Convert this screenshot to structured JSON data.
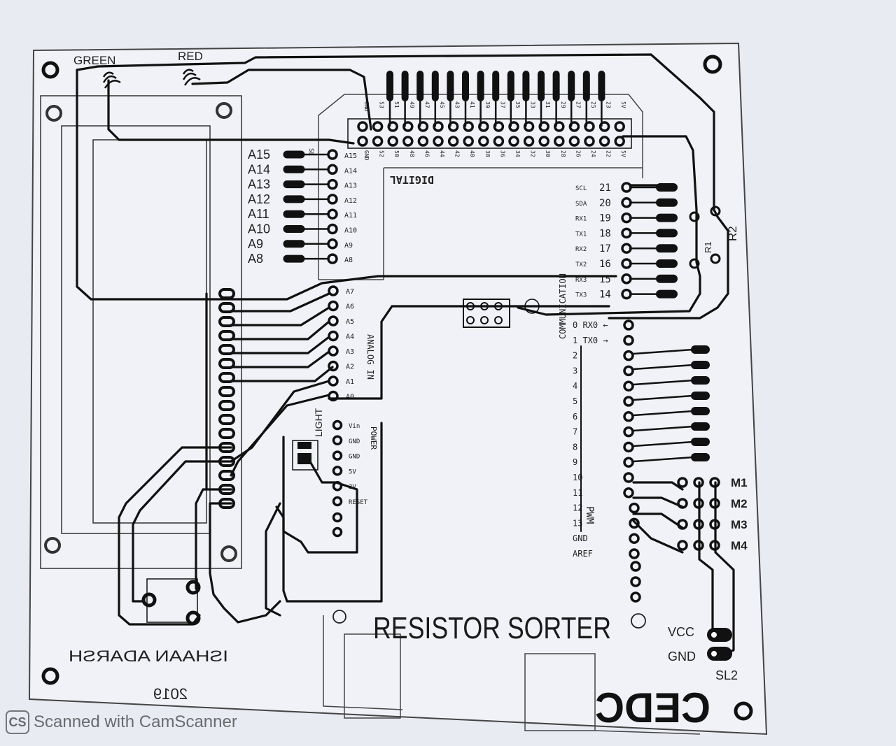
{
  "board": {
    "title": "RESISTOR SORTER",
    "author": "ISHAAN ADARSH",
    "year": "2019",
    "logo": "CEDC"
  },
  "leds": {
    "green": "GREEN",
    "red": "RED"
  },
  "resistors": {
    "r1": "R1",
    "r2": "R2"
  },
  "analog_labels": [
    "A15",
    "A14",
    "A13",
    "A12",
    "A11",
    "A10",
    "A9",
    "A8"
  ],
  "arduino": {
    "digital_label": "DIGITAL",
    "communication_label": "COMMUNICATION",
    "pwm_label": "PWM",
    "power_label": "POWER",
    "light_label": "LIGHT",
    "analog_in_label": "ANALOG IN",
    "top_header_pins": [
      "GND",
      "53",
      "51",
      "49",
      "47",
      "45",
      "43",
      "41",
      "39",
      "37",
      "35",
      "33",
      "31",
      "29",
      "27",
      "25",
      "23",
      "5V"
    ],
    "top_header_pins_lower": [
      "GND",
      "52",
      "50",
      "48",
      "46",
      "44",
      "42",
      "40",
      "38",
      "36",
      "34",
      "32",
      "30",
      "28",
      "26",
      "24",
      "22",
      "5V"
    ],
    "analog_high_pins": [
      "A15",
      "A14",
      "A13",
      "A12",
      "A11",
      "A10",
      "A9",
      "A8"
    ],
    "analog_low_pins": [
      "A7",
      "A6",
      "A5",
      "A4",
      "A3",
      "A2",
      "A1",
      "A0"
    ],
    "power_pins": [
      "Vin",
      "GND",
      "GND",
      "5V",
      "3V",
      "RESET"
    ],
    "comm_pins": [
      {
        "num": "21",
        "name": "SCL"
      },
      {
        "num": "20",
        "name": "SDA"
      },
      {
        "num": "19",
        "name": "RX1"
      },
      {
        "num": "18",
        "name": "TX1"
      },
      {
        "num": "17",
        "name": "RX2"
      },
      {
        "num": "16",
        "name": "TX2"
      },
      {
        "num": "15",
        "name": "RX3"
      },
      {
        "num": "14",
        "name": "TX3"
      }
    ],
    "digital_pins": [
      "0 RX0 ←",
      "1 TX0 →",
      "2",
      "3",
      "4",
      "5",
      "6",
      "7",
      "8",
      "9",
      "10",
      "11",
      "12",
      "13",
      "GND",
      "AREF"
    ]
  },
  "motors": [
    "M1",
    "M2",
    "M3",
    "M4"
  ],
  "power_connector": {
    "vcc": "VCC",
    "gnd": "GND",
    "name": "SL2"
  },
  "watermark": "Scanned with CamScanner",
  "colors": {
    "paper": "#e9ebf3",
    "trace": "#111111",
    "outline": "#3a3a3a"
  }
}
